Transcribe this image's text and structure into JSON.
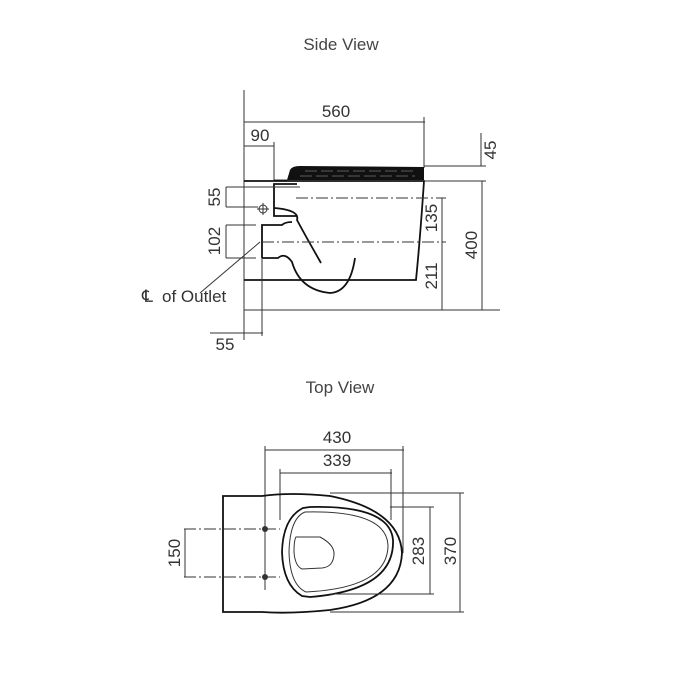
{
  "side_view": {
    "title": "Side View",
    "dims": {
      "overall_length": "560",
      "seat_offset": "90",
      "seat_thickness": "45",
      "inlet_height": "55",
      "outlet_height": "102",
      "rim_to_outlet": "135",
      "outlet_to_floor": "211",
      "overall_height": "400",
      "outlet_from_wall": "55"
    },
    "outlet_label": "of Outlet",
    "centerline_symbol": "℄"
  },
  "top_view": {
    "title": "Top View",
    "dims": {
      "overall_width_outer": "430",
      "seat_width": "339",
      "fixing_centres": "150",
      "seat_depth": "283",
      "overall_depth": "370"
    }
  }
}
